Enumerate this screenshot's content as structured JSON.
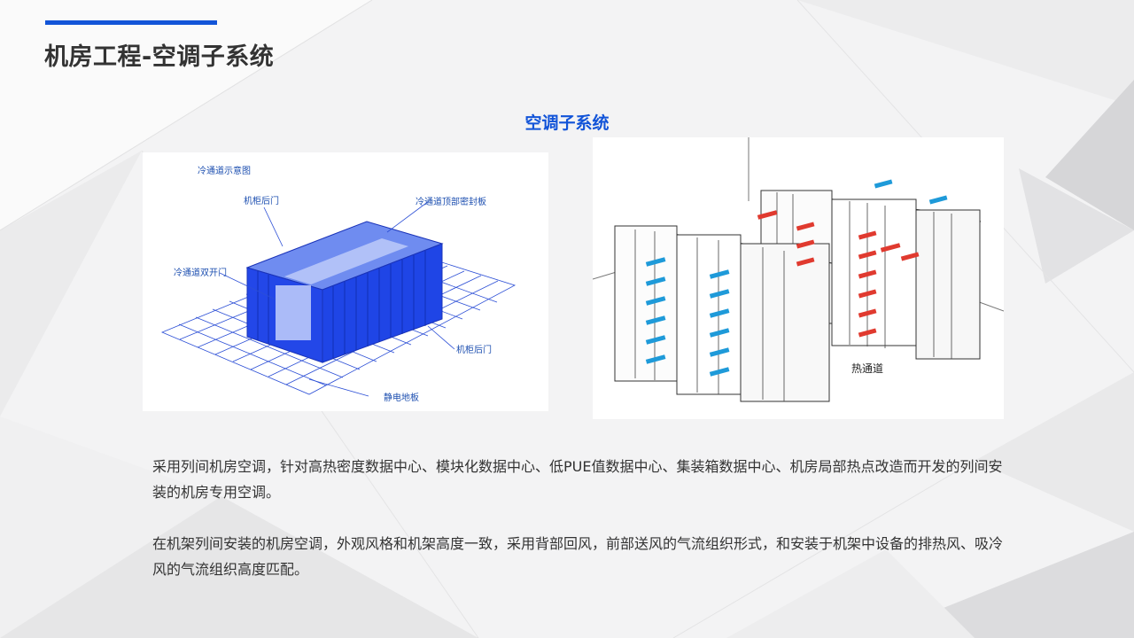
{
  "header": {
    "title": "机房工程-空调子系统",
    "accent_color": "#1254d8"
  },
  "section": {
    "title": "空调子系统"
  },
  "figure_left": {
    "labels": {
      "caption": "冷通道示意图",
      "rear_door_top": "机柜后门",
      "top_seal_panel": "冷通道顶部密封板",
      "double_door": "冷通道双开门",
      "rear_door_right": "机柜后门",
      "raised_floor": "静电地板"
    },
    "colors": {
      "cabinet": "#1f45e6",
      "grid": "#2c4fd6"
    }
  },
  "figure_right": {
    "labels": {
      "hot_aisle": "热通道"
    },
    "colors": {
      "cold_air": "#1e9ad9",
      "hot_air": "#e03a2f"
    }
  },
  "body": {
    "paragraph_1": "采用列间机房空调，针对高热密度数据中心、模块化数据中心、低PUE值数据中心、集装箱数据中心、机房局部热点改造而开发的列间安装的机房专用空调。",
    "paragraph_2": "在机架列间安装的机房空调，外观风格和机架高度一致，采用背部回风，前部送风的气流组织形式，和安装于机架中设备的排热风、吸冷风的气流组织高度匹配。"
  }
}
